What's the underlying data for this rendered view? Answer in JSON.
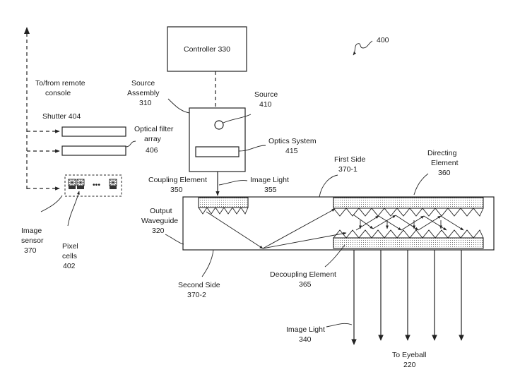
{
  "labels": {
    "controller": "Controller 330",
    "figure_ref": "400",
    "remote_1": "To/from remote",
    "remote_2": "console",
    "source_assembly_1": "Source",
    "source_assembly_2": "Assembly",
    "source_assembly_3": "310",
    "source_1": "Source",
    "source_2": "410",
    "shutter": "Shutter 404",
    "optical_filter_1": "Optical filter",
    "optical_filter_2": "array",
    "optical_filter_3": "406",
    "optics_system_1": "Optics System",
    "optics_system_2": "415",
    "directing_1": "Directing",
    "directing_2": "Element",
    "directing_3": "360",
    "first_side_1": "First Side",
    "first_side_2": "370-1",
    "coupling_1": "Coupling Element",
    "coupling_2": "350",
    "image_light_top_1": "Image Light",
    "image_light_top_2": "355",
    "ellipsis": "•••",
    "output_wg_1": "Output",
    "output_wg_2": "Waveguide",
    "output_wg_3": "320",
    "image_sensor_1": "Image",
    "image_sensor_2": "sensor",
    "image_sensor_3": "370",
    "pixel_cells_1": "Pixel",
    "pixel_cells_2": "cells",
    "pixel_cells_3": "402",
    "decoupling_1": "Decoupling Element",
    "decoupling_2": "365",
    "second_side_1": "Second Side",
    "second_side_2": "370-2",
    "image_light_bottom_1": "Image Light",
    "image_light_bottom_2": "340",
    "eyeball_1": "To Eyeball",
    "eyeball_2": "220"
  }
}
